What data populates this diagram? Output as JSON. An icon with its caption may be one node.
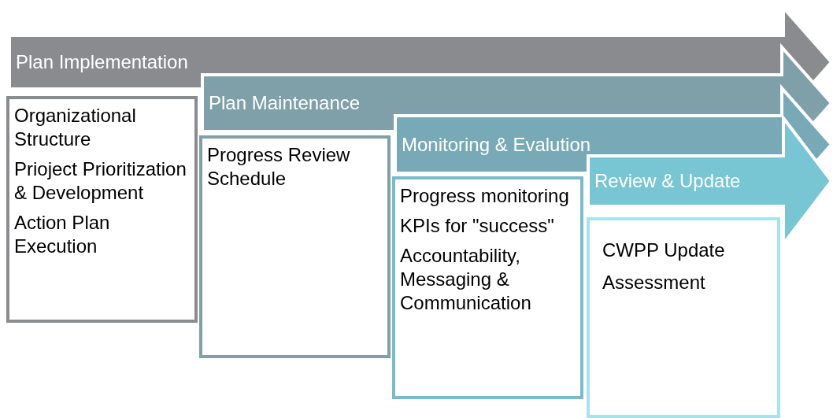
{
  "diagram": {
    "nodes": [
      {
        "text": [
          "Plan Implementation"
        ]
      },
      {
        "text": [
          "Organizational Structure",
          "Prioject Prioritization & Development",
          "Action Plan Execution"
        ]
      },
      {
        "text": [
          "Plan Maintenance"
        ]
      },
      {
        "text": [
          "Progress Review Schedule"
        ]
      },
      {
        "text": [
          "Monitoring & Evalution"
        ]
      },
      {
        "text": [
          "Progress monitoring",
          "KPIs for \"success\"",
          "Accountability, Messaging & Communication"
        ]
      },
      {
        "text": [
          "Review & Update"
        ]
      },
      {
        "text": [
          "CWPP Update Assessment"
        ]
      }
    ]
  }
}
